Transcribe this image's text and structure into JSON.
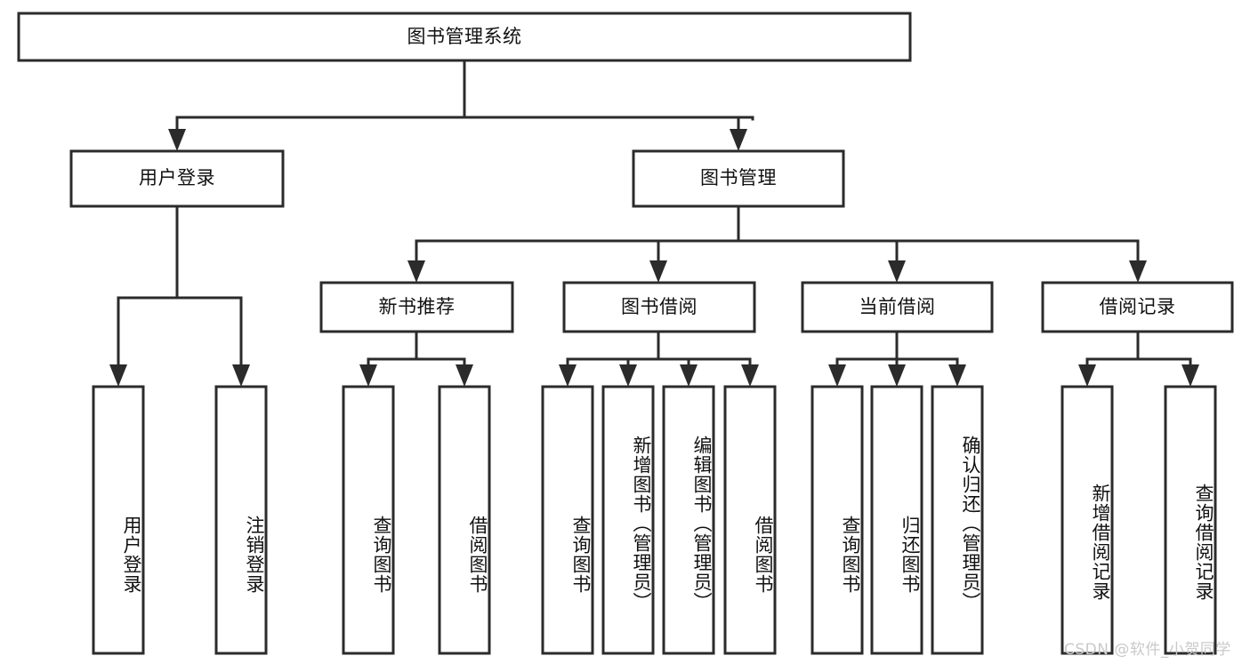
{
  "diagram": {
    "title": "图书管理系统",
    "watermark": "CSDN @软件_小贺同学",
    "colors": {
      "background": "#ffffff",
      "box_fill": "#ffffff",
      "box_stroke": "#2b2b2b",
      "text": "#111111",
      "watermark": "#c9c9c9"
    },
    "nodes": {
      "root": {
        "label": "图书管理系统",
        "orientation": "horizontal"
      },
      "l2": [
        {
          "id": "user-login",
          "label": "用户登录",
          "orientation": "horizontal"
        },
        {
          "id": "book-manage",
          "label": "图书管理",
          "orientation": "horizontal"
        }
      ],
      "l3": [
        {
          "id": "new-book-recommend",
          "label": "新书推荐",
          "orientation": "horizontal"
        },
        {
          "id": "book-borrow",
          "label": "图书借阅",
          "orientation": "horizontal"
        },
        {
          "id": "current-borrow",
          "label": "当前借阅",
          "orientation": "horizontal"
        },
        {
          "id": "borrow-record",
          "label": "借阅记录",
          "orientation": "horizontal"
        }
      ],
      "leaves": [
        {
          "id": "leaf-user-login",
          "label": "用户登录",
          "orientation": "vertical",
          "parent": "user-login"
        },
        {
          "id": "leaf-user-logout",
          "label": "注销登录",
          "orientation": "vertical",
          "parent": "user-login"
        },
        {
          "id": "leaf-query-book-1",
          "label": "查询图书",
          "orientation": "vertical",
          "parent": "new-book-recommend"
        },
        {
          "id": "leaf-borrow-book-1",
          "label": "借阅图书",
          "orientation": "vertical",
          "parent": "new-book-recommend"
        },
        {
          "id": "leaf-query-book-2",
          "label": "查询图书",
          "orientation": "vertical",
          "parent": "book-borrow"
        },
        {
          "id": "leaf-add-book",
          "label": "新增图书（管理员）",
          "orientation": "vertical",
          "parent": "book-borrow"
        },
        {
          "id": "leaf-edit-book",
          "label": "编辑图书（管理员）",
          "orientation": "vertical",
          "parent": "book-borrow"
        },
        {
          "id": "leaf-borrow-book-2",
          "label": "借阅图书",
          "orientation": "vertical",
          "parent": "book-borrow"
        },
        {
          "id": "leaf-query-book-3",
          "label": "查询图书",
          "orientation": "vertical",
          "parent": "current-borrow"
        },
        {
          "id": "leaf-return-book",
          "label": "归还图书",
          "orientation": "vertical",
          "parent": "current-borrow"
        },
        {
          "id": "leaf-confirm-return",
          "label": "确认归还（管理员）",
          "orientation": "vertical",
          "parent": "current-borrow"
        },
        {
          "id": "leaf-add-record",
          "label": "新增借阅记录",
          "orientation": "vertical",
          "parent": "borrow-record"
        },
        {
          "id": "leaf-query-record",
          "label": "查询借阅记录",
          "orientation": "vertical",
          "parent": "borrow-record"
        }
      ]
    }
  }
}
